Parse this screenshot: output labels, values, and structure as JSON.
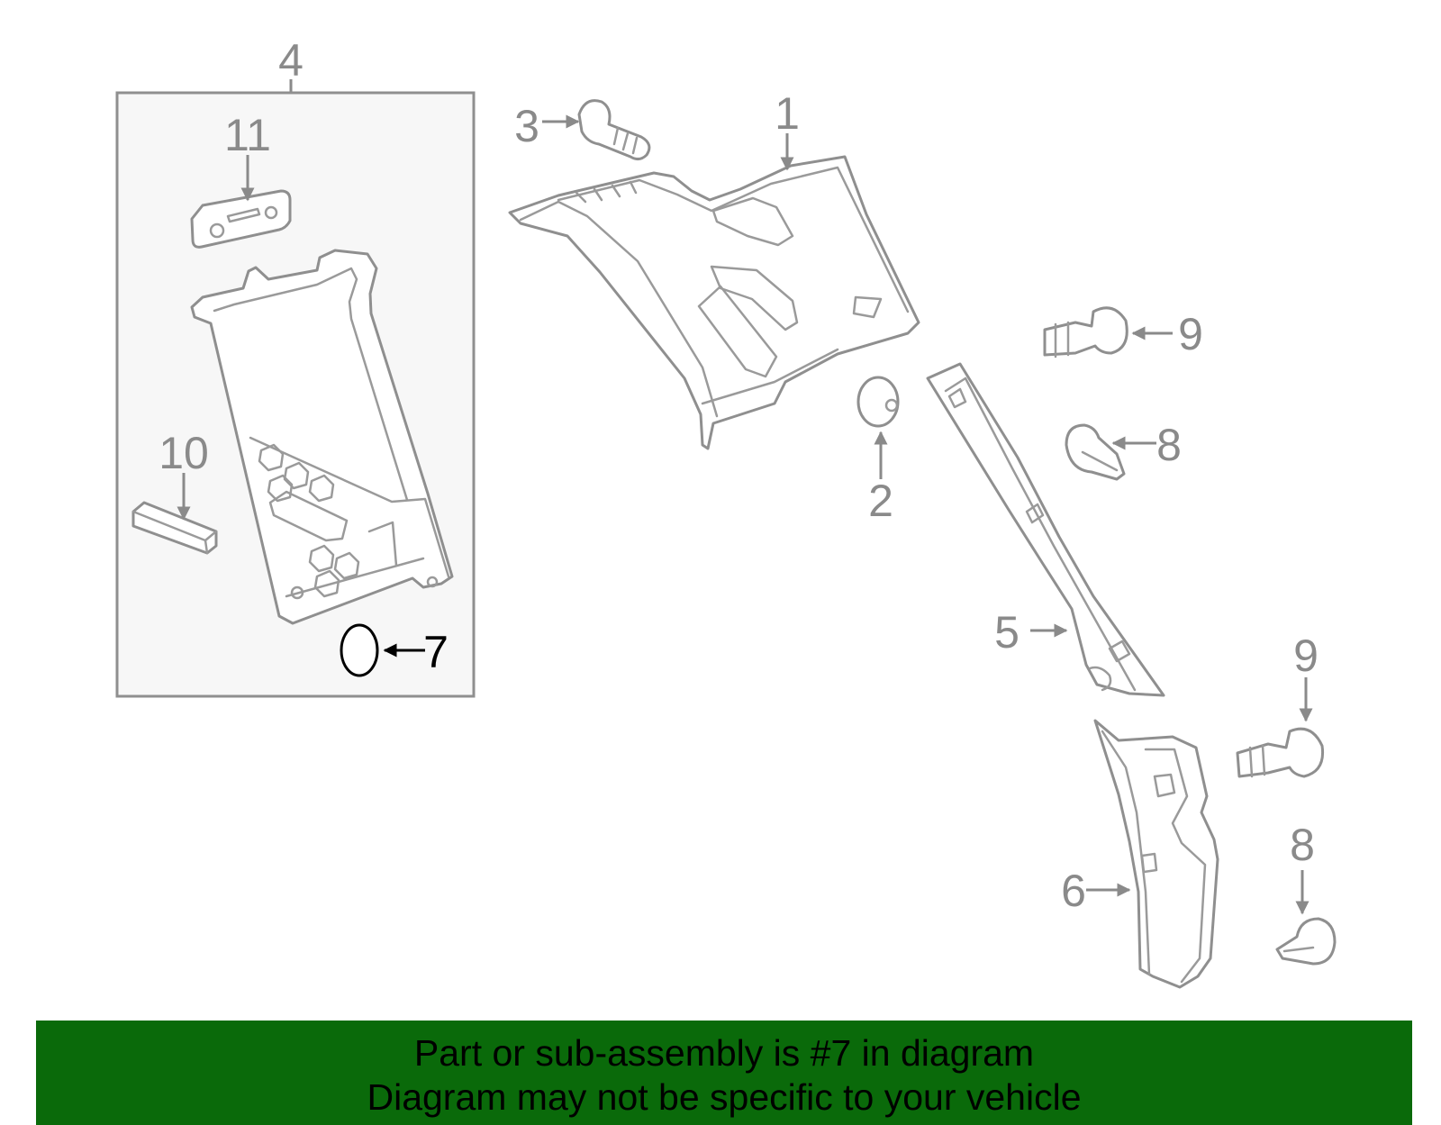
{
  "callouts": [
    {
      "number": "1"
    },
    {
      "number": "2"
    },
    {
      "number": "3"
    },
    {
      "number": "4"
    },
    {
      "number": "5"
    },
    {
      "number": "6"
    },
    {
      "number": "7",
      "highlighted": true
    },
    {
      "number": "8"
    },
    {
      "number": "8"
    },
    {
      "number": "9"
    },
    {
      "number": "9"
    },
    {
      "number": "10"
    },
    {
      "number": "11"
    }
  ],
  "banner": {
    "line1": "Part or sub-assembly is #7 in diagram",
    "line2": "Diagram may not be specific to your vehicle",
    "background_color": "#0a6a0a"
  },
  "colors": {
    "line_art": "#8f8f8f",
    "highlight": "#000000",
    "group_box_fill": "#f7f7f7"
  }
}
